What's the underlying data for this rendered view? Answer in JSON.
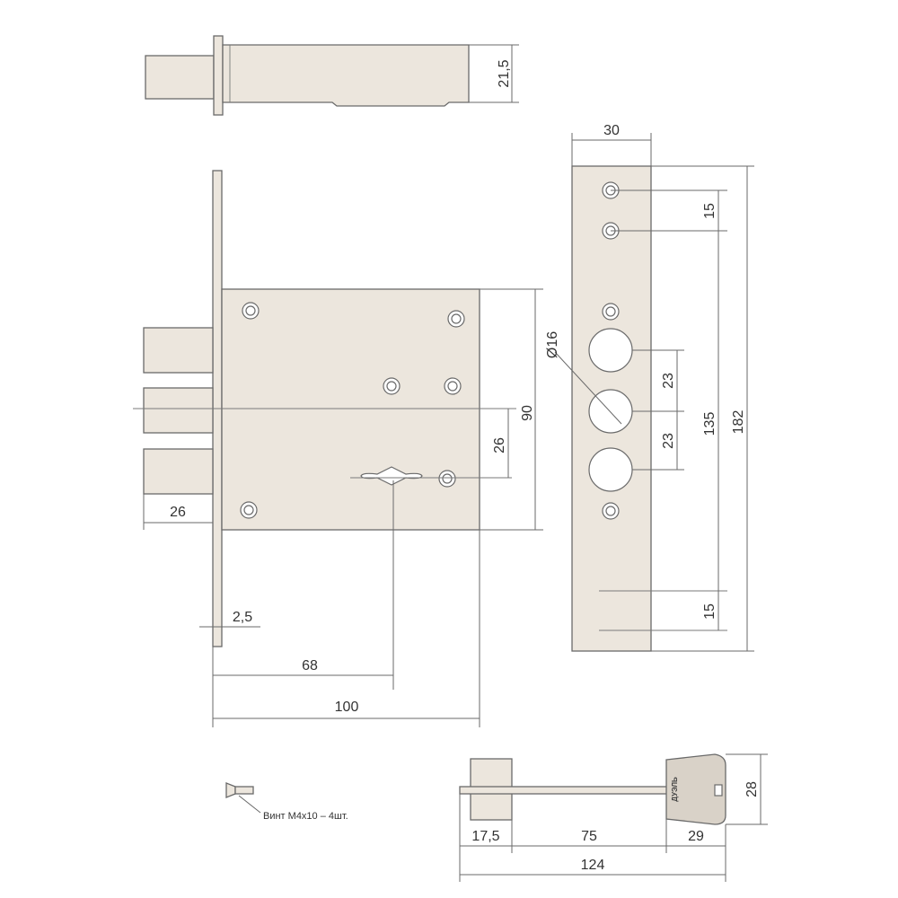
{
  "dimensions": {
    "bolt_height": "21,5",
    "plate_width": "30",
    "plate_top_spacing": "15",
    "hole_diameter": "Ø16",
    "bolt_pitch_upper": "23",
    "bolt_pitch_lower": "23",
    "fixing_span": "135",
    "plate_length": "182",
    "plate_bottom_spacing": "15",
    "case_height": "90",
    "keyhole_offset": "26",
    "bolt_throw": "26",
    "plate_thickness": "2,5",
    "backset": "68",
    "case_depth": "100",
    "key_collar": "17,5",
    "key_shank": "75",
    "key_head": "29",
    "key_length": "124",
    "key_head_height": "28"
  },
  "screw_note": "Винт М4х10 – 4шт.",
  "key_brand": "ДУЭЛЬ",
  "colors": {
    "part_fill": "#ece6dd",
    "line": "#6a6a6a",
    "text": "#333333"
  }
}
